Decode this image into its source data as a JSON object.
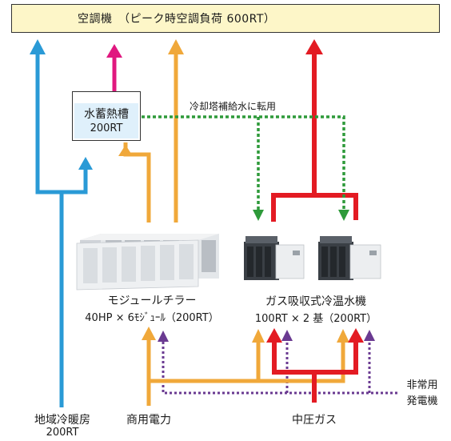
{
  "header": {
    "title": "空調機　（ピーク時空調負荷 600RT）"
  },
  "storage_tank": {
    "title": "水蓄熱槽",
    "capacity": "200RT"
  },
  "notes": {
    "cooling_tower": "冷却塔補給水に転用"
  },
  "chiller": {
    "name": "モジュールチラー",
    "spec": "40HP × 6ﾓｼﾞｭｰﾙ（200RT）"
  },
  "absorption": {
    "name": "ガス吸収式冷温水機",
    "spec": "100RT × 2 基（200RT）"
  },
  "sources": {
    "district": {
      "line1": "地域冷暖房",
      "line2": "200RT"
    },
    "power": "商用電力",
    "gas": "中圧ガス",
    "emergency": {
      "line1": "非常用",
      "line2": "発電機"
    }
  },
  "colors": {
    "district_cooling": "#2a9ad6",
    "thermal_storage": "#e0187f",
    "commercial_power": "#f0a83a",
    "gas": "#e31b23",
    "cooling_tower_water": "#2e9a3a",
    "emergency_power": "#6a3a91",
    "header_fill": "#fdf6c8",
    "tank_fill": "#dff0fb"
  }
}
